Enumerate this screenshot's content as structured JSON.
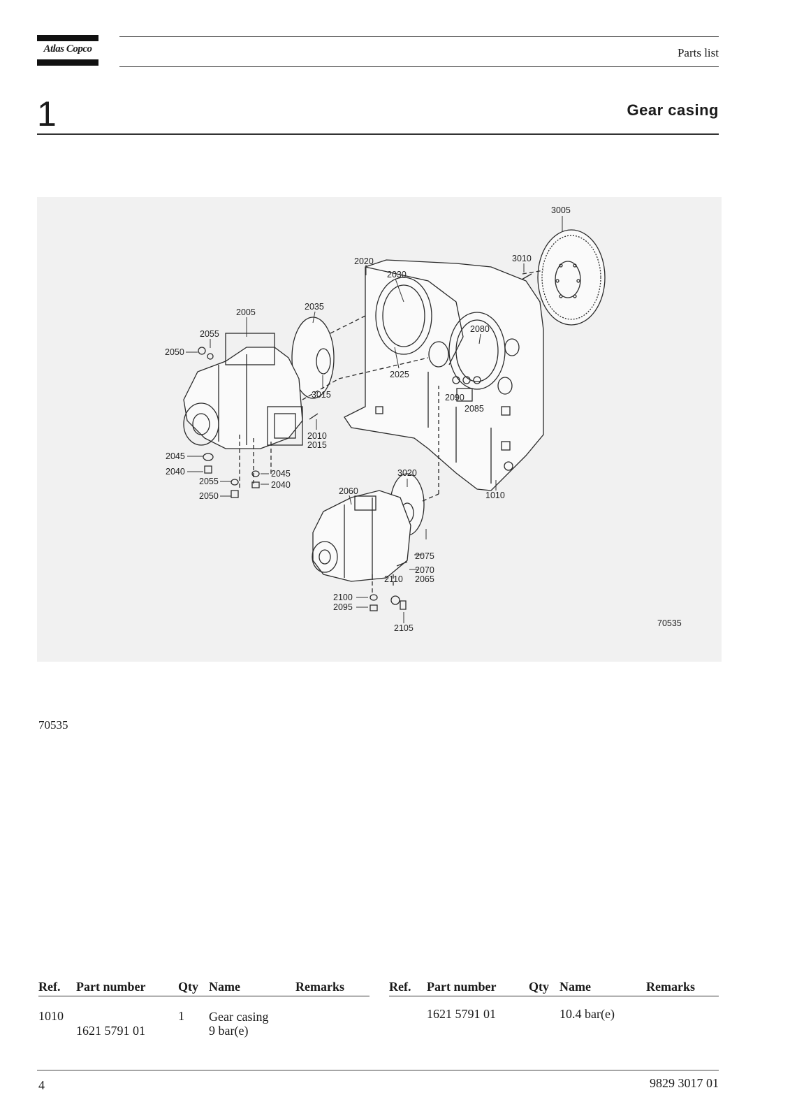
{
  "header": {
    "logo_text": "Atlas Copco",
    "label": "Parts list"
  },
  "section": {
    "number": "1",
    "title": "Gear casing"
  },
  "figure": {
    "number": "70535",
    "callouts": [
      "3005",
      "3010",
      "2020",
      "2030",
      "2035",
      "2005",
      "2080",
      "2055",
      "2050",
      "2025",
      "3015",
      "2090",
      "2085",
      "2010",
      "2015",
      "2045",
      "2040",
      "2055",
      "2045",
      "2040",
      "2050",
      "3020",
      "2060",
      "1010",
      "2075",
      "2070",
      "2110",
      "2065",
      "2100",
      "2095",
      "2105"
    ]
  },
  "caption": "70535",
  "parts_table": {
    "headers": [
      "Ref.",
      "Part number",
      "Qty",
      "Name",
      "Remarks"
    ],
    "left_rows": [
      {
        "ref": "1010",
        "part_number": "1621 5791 01",
        "qty": "1",
        "name": "Gear casing",
        "name_sub": "9 bar(e)",
        "remarks": ""
      }
    ],
    "right_rows": [
      {
        "ref": "",
        "part_number": "1621 5791 01",
        "qty": "",
        "name": "10.4 bar(e)",
        "remarks": ""
      }
    ]
  },
  "footer": {
    "page": "4",
    "doc_number": "9829 3017 01"
  }
}
